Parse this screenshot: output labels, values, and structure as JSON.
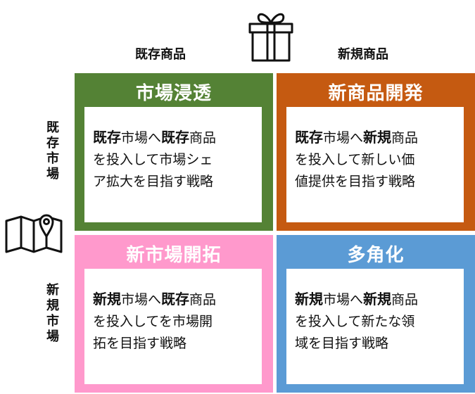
{
  "columns": {
    "existing": "既存商品",
    "new": "新規商品"
  },
  "rows": {
    "existing": "既存市場",
    "new": "新規市場"
  },
  "icons": {
    "top": "gift-box-icon",
    "left": "map-pin-icon"
  },
  "colors": {
    "market_penetration": "#548235",
    "product_development": "#C55A11",
    "market_development": "#FF99CC",
    "diversification": "#5B9BD5"
  },
  "quadrants": {
    "market_penetration": {
      "title": "市場浸透",
      "line1": [
        "既存",
        "市場へ",
        "既存",
        "商品"
      ],
      "line2": "を投入して市場シェ",
      "line3": "ア拡大を目指す戦略"
    },
    "product_development": {
      "title": "新商品開発",
      "line1": [
        "既存",
        "市場へ",
        "新規",
        "商品"
      ],
      "line2": "を投入して新しい価",
      "line3": "値提供を目指す戦略"
    },
    "market_development": {
      "title": "新市場開拓",
      "line1": [
        "新規",
        "市場へ",
        "既存",
        "商品"
      ],
      "line2": "を投入してを市場開",
      "line3": "拓を目指す戦略"
    },
    "diversification": {
      "title": "多角化",
      "line1": [
        "新規",
        "市場へ",
        "新規",
        "商品"
      ],
      "line2": "を投入して新たな領",
      "line3": "域を目指す戦略"
    }
  }
}
